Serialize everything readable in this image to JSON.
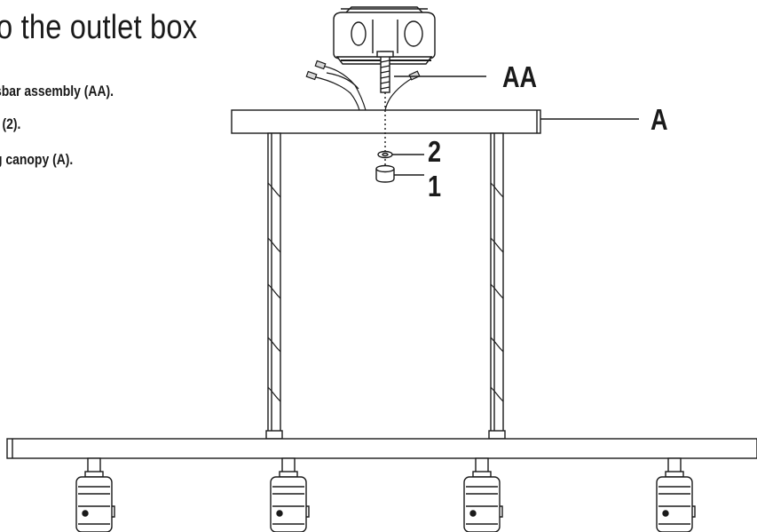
{
  "heading": "o the outlet box",
  "steps": [
    "sbar assembly (AA).",
    "t (2).",
    "g canopy (A)."
  ],
  "callouts": {
    "crossbar_assembly": "AA",
    "canopy": "A",
    "part_2": "2",
    "part_1": "1"
  },
  "colors": {
    "line": "#1a1a1a",
    "fill": "#ffffff",
    "shade": "#d8d8d8"
  }
}
